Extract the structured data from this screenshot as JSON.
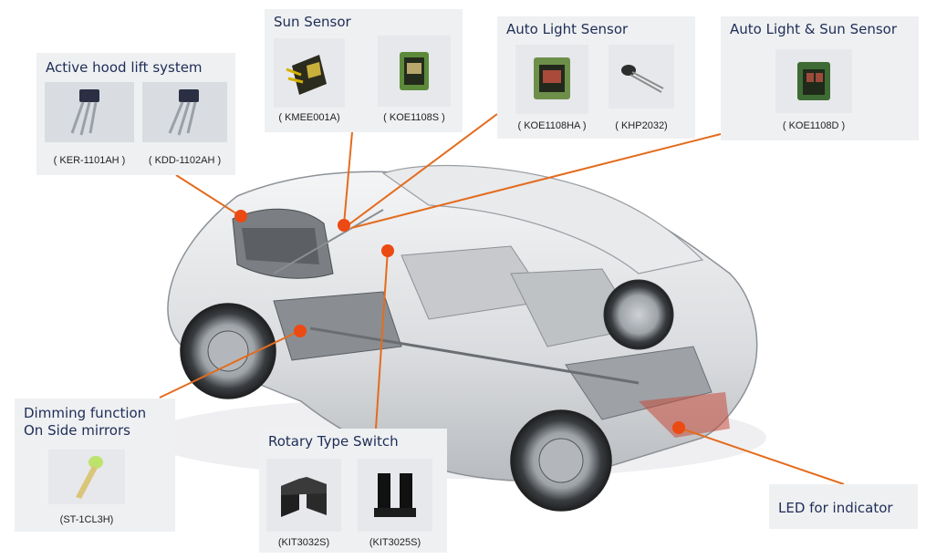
{
  "colors": {
    "leader": "#e36c1e",
    "dot": "#ec4a13",
    "title_text": "#1f2d56",
    "panel_bg": "#eef0f2"
  },
  "panels": {
    "hood": {
      "title": "Active hood lift system",
      "parts": [
        "( KER-1101AH )",
        "( KDD-1102AH )"
      ]
    },
    "sun": {
      "title": "Sun Sensor",
      "parts": [
        "( KMEE001A)",
        "( KOE1108S )"
      ]
    },
    "auto_light": {
      "title": "Auto Light Sensor",
      "parts": [
        "( KOE1108HA )",
        "( KHP2032)"
      ]
    },
    "auto_light_sun": {
      "title": "Auto Light & Sun Sensor",
      "parts": [
        "( KOE1108D )"
      ]
    },
    "dimming": {
      "title_line1": "Dimming function",
      "title_line2": "On Side mirrors",
      "parts": [
        "(ST-1CL3H)"
      ]
    },
    "rotary": {
      "title": "Rotary Type Switch",
      "parts": [
        "(KIT3032S)",
        "(KIT3025S)"
      ]
    },
    "led": {
      "title": "LED for indicator"
    }
  },
  "icons": [
    "hall-sensor-icon",
    "hall-sensor-icon",
    "sensor-chip-icon",
    "sensor-chip-icon",
    "sensor-chip-icon",
    "photodiode-icon",
    "sensor-chip-icon",
    "reed-switch-icon",
    "photo-interrupter-icon",
    "photo-interrupter-icon"
  ]
}
